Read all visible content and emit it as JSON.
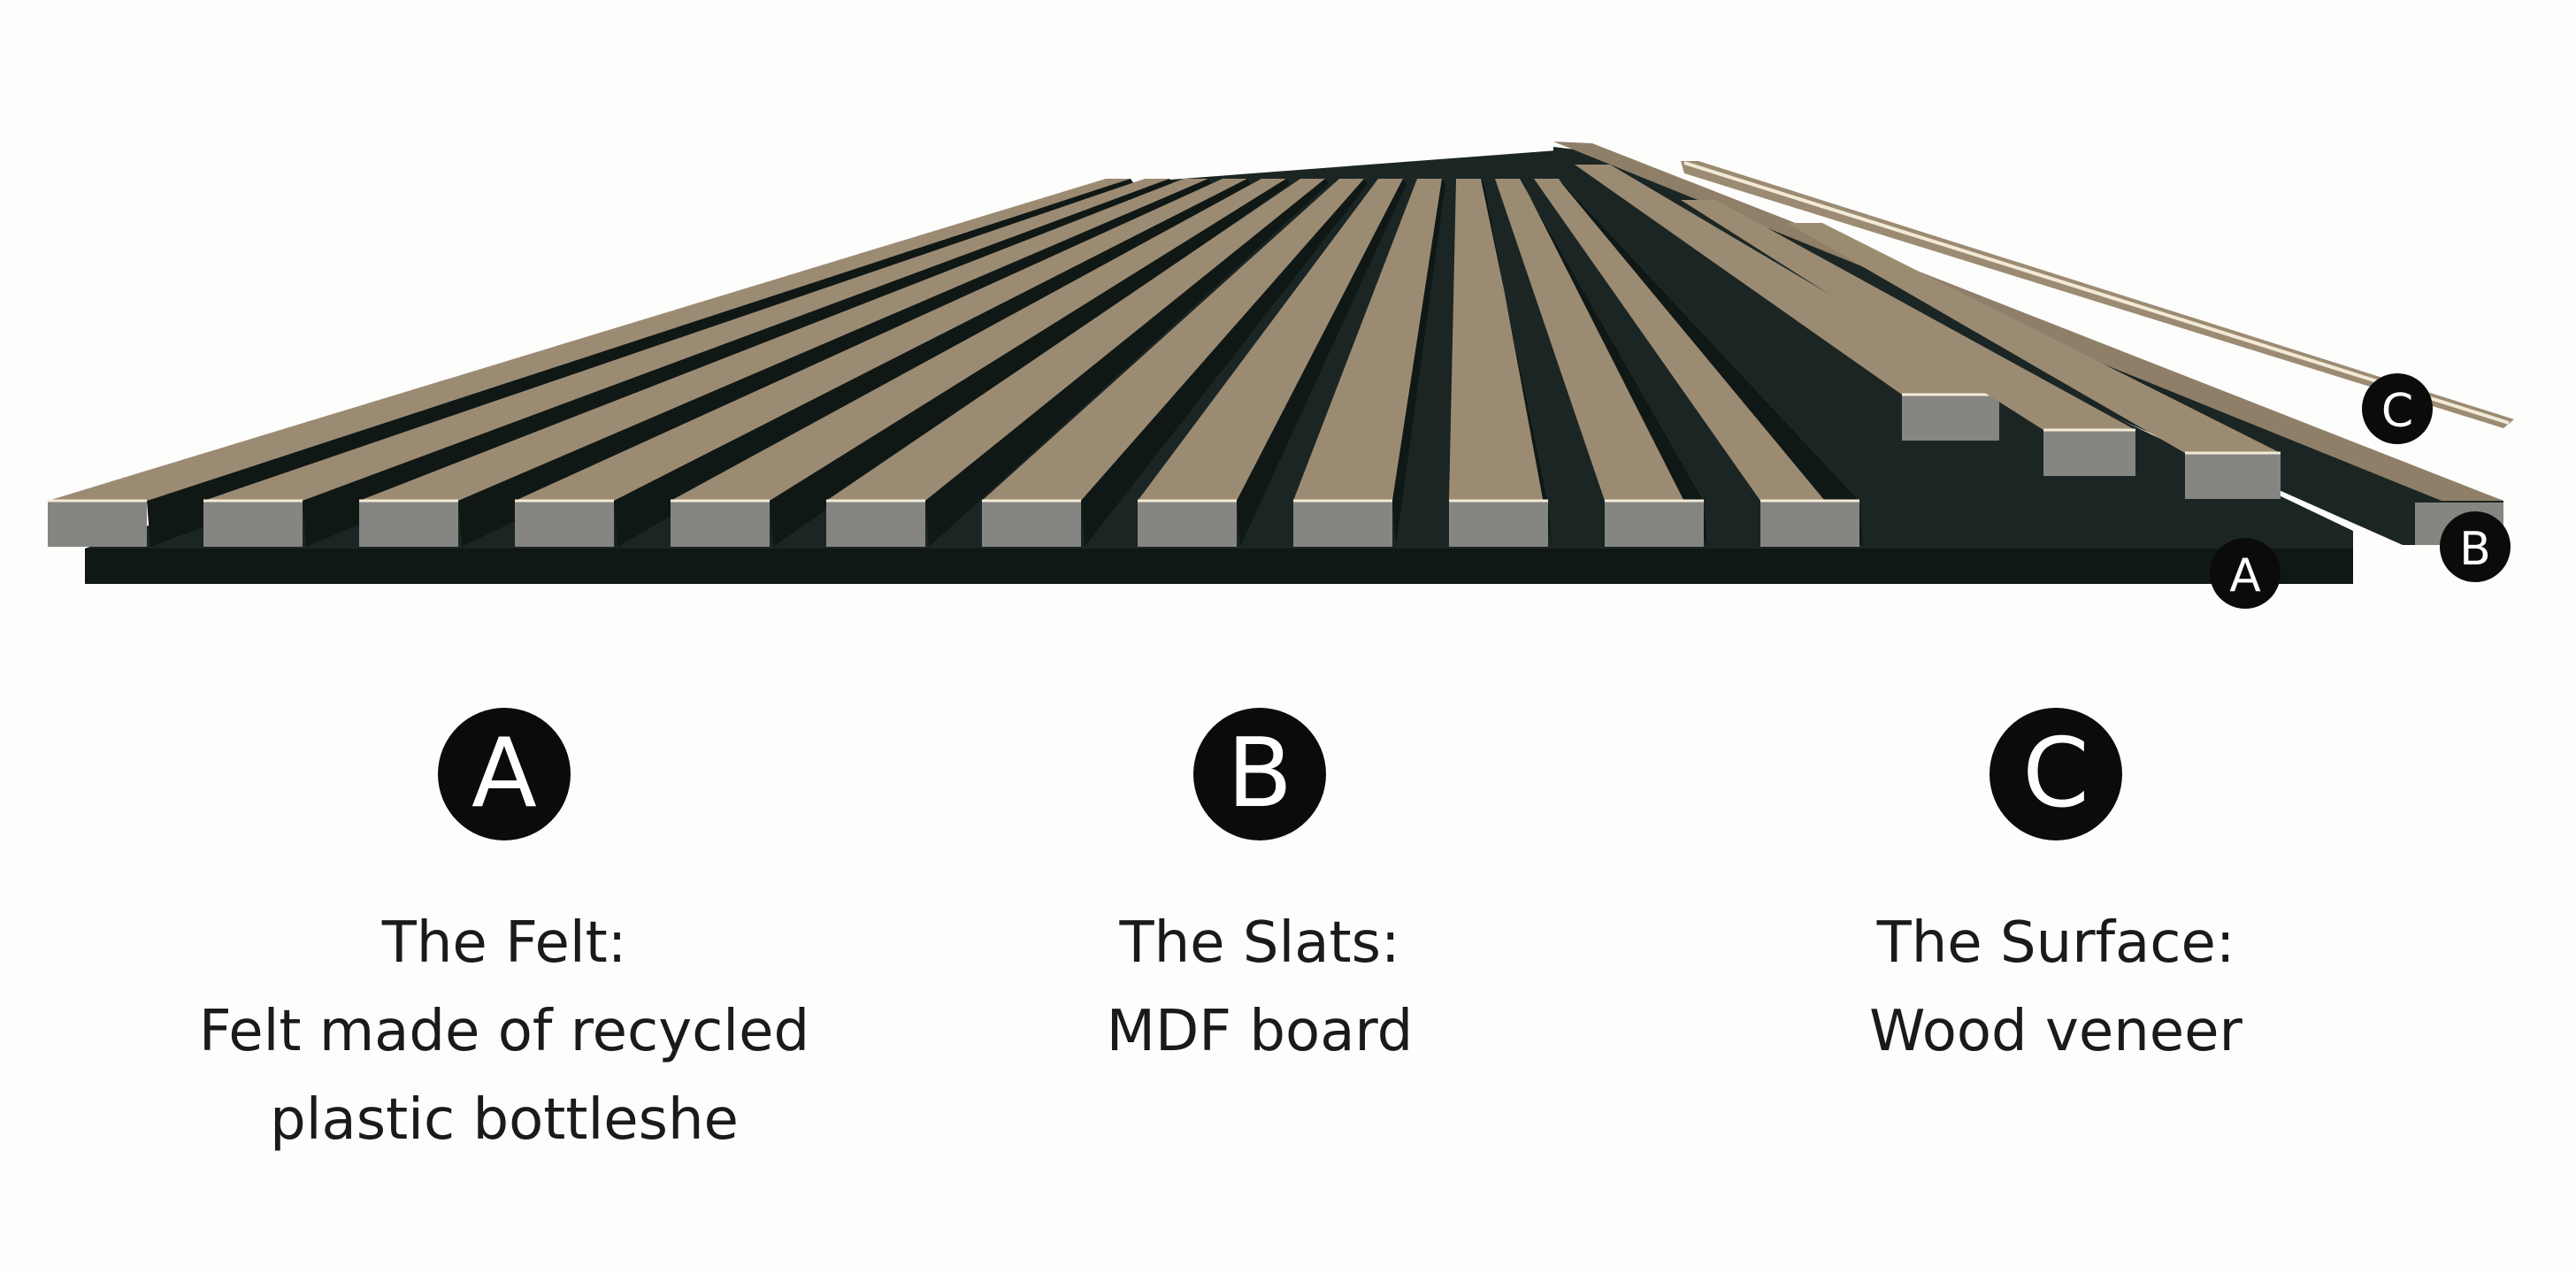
{
  "colors": {
    "background": "#fdfdfc",
    "felt": "#1b2624",
    "felt_shadow": "#101816",
    "slat_top": "#9c8b73",
    "slat_edge": "#f2ead6",
    "slat_face": "#858581",
    "badge": "#0b0b0b",
    "badge_text": "#ffffff",
    "text": "#1a1a1a"
  },
  "callouts": {
    "a": {
      "letter": "A"
    },
    "b": {
      "letter": "B"
    },
    "c": {
      "letter": "C"
    }
  },
  "legend": [
    {
      "letter": "A",
      "title": "The Felt:",
      "desc_lines": [
        "Felt made of recycled",
        "plastic bottleshe"
      ]
    },
    {
      "letter": "B",
      "title": "The Slats:",
      "desc_lines": [
        "MDF board"
      ]
    },
    {
      "letter": "C",
      "title": "The Surface:",
      "desc_lines": [
        "Wood veneer"
      ]
    }
  ],
  "layers": {
    "slat_count": 12,
    "stepped_blocks": 3
  }
}
